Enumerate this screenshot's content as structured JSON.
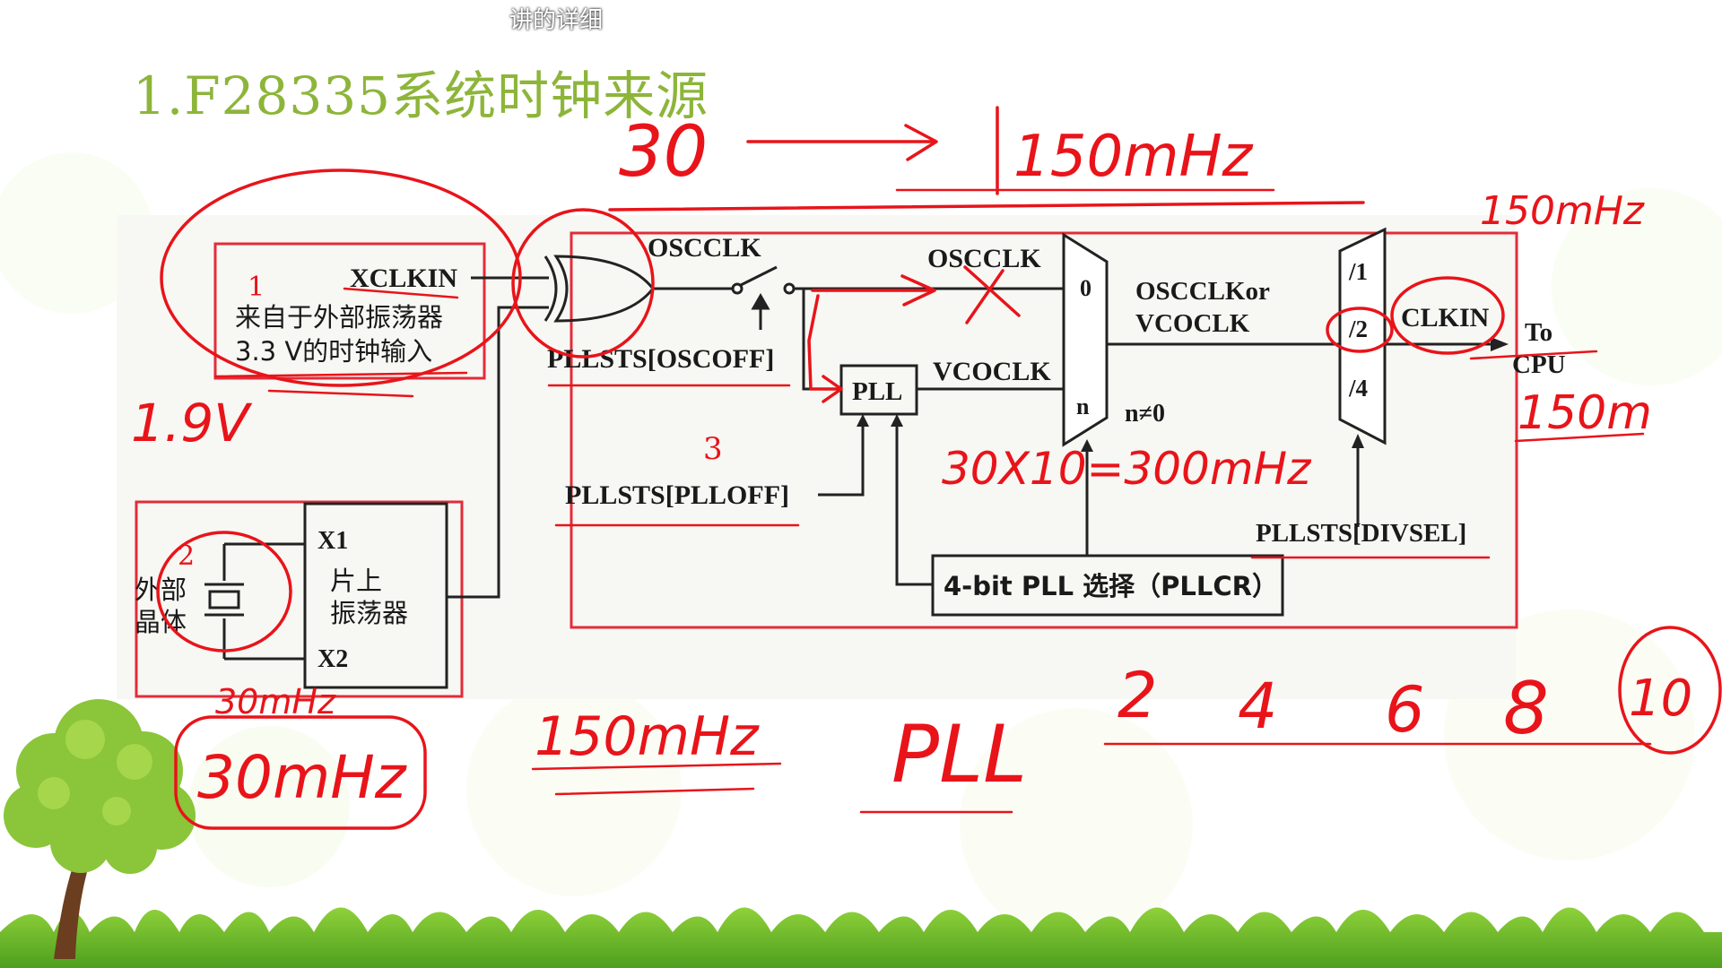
{
  "caption": "讲的详细",
  "slide_title": "1.F28335系统时钟来源",
  "diagram": {
    "ext_clock": {
      "num": "1",
      "pin": "XCLKIN",
      "line1": "来自于外部振荡器",
      "line2": "3.3 V的时钟输入"
    },
    "crystal": {
      "num": "2",
      "x1": "X1",
      "x2": "X2",
      "left_top": "外部",
      "left_bottom": "晶体",
      "osc_line1": "片上",
      "osc_line2": "振荡器"
    },
    "core": {
      "num": "3",
      "osc_top": "OSCCLK",
      "oscoff": "PLLSTS[OSCOFF]",
      "osc_mux": "OSCCLK",
      "pll": "PLL",
      "vcoclk": "VCOCLK",
      "plloff": "PLLSTS[PLLOFF]",
      "mux_0": "0",
      "mux_n": "n",
      "n_ne_0": "n≠0",
      "mux_out1": "OSCCLKor",
      "mux_out2": "VCOCLK",
      "div1": "/1",
      "div2": "/2",
      "div4": "/4",
      "clkin": "CLKIN",
      "to": "To",
      "cpu": "CPU",
      "divsel": "PLLSTS[DIVSEL]",
      "pllcr": "4-bit PLL 选择（PLLCR）"
    }
  },
  "handwriting": {
    "top_left": "30",
    "top_right": "150mHz",
    "corner": "150mHz",
    "voltage": "1.9V",
    "formula": "30X10=300mHz",
    "right_value": "150m",
    "crystal_small": "30mHz",
    "crystal_box": "30mHz",
    "bottom_left": "150mHz",
    "pll": "PLL",
    "multipliers": [
      "2",
      "4",
      "6",
      "8",
      "10"
    ]
  },
  "colors": {
    "title": "#8db53a",
    "ink": "#e8141a",
    "box": "#e32c3a",
    "diagram": "#1a1a1a"
  }
}
